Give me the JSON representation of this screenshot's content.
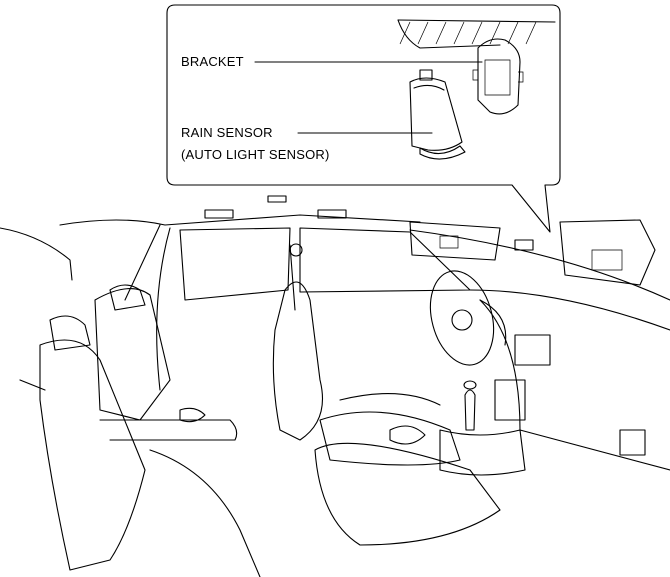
{
  "diagram": {
    "labels": {
      "bracket": "BRACKET",
      "rain_sensor": "RAIN SENSOR",
      "auto_light_sensor": "(AUTO LIGHT SENSOR)"
    }
  }
}
